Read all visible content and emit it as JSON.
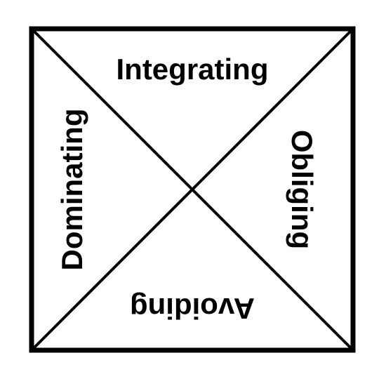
{
  "labels": {
    "top": "Integrating",
    "right": "Obliging",
    "bottom": "Avoiding",
    "left": "Dominating"
  },
  "colors": {
    "ink": "#000000",
    "background": "#ffffff"
  }
}
